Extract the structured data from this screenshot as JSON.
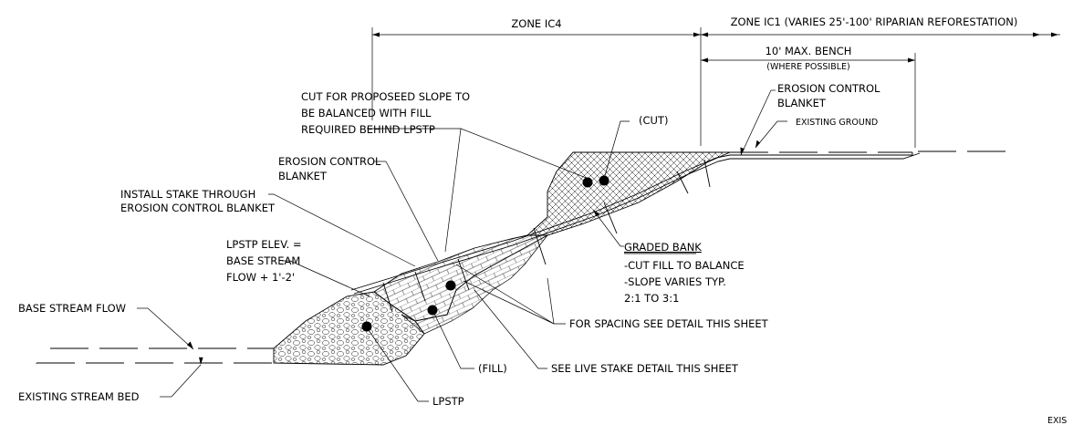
{
  "dimensions": {
    "zone_ic4": "ZONE IC4",
    "zone_ic1": "ZONE IC1 (VARIES 25'-100' RIPARIAN REFORESTATION)",
    "bench": "10' MAX. BENCH",
    "bench_note": "(WHERE POSSIBLE)"
  },
  "callouts": {
    "cut_note": [
      "CUT FOR PROPOSEED SLOPE TO",
      "BE BALANCED WITH FILL",
      "REQUIRED BEHIND LPSTP"
    ],
    "cut": "(CUT)",
    "erosion_top": [
      "EROSION CONTROL",
      "BLANKET"
    ],
    "existing_ground": "EXISTING GROUND",
    "erosion_mid": [
      "EROSION CONTROL",
      "BLANKET"
    ],
    "install_stake": [
      "INSTALL STAKE THROUGH",
      "EROSION CONTROL BLANKET"
    ],
    "lpstp_elev": [
      "LPSTP ELEV. =",
      "BASE STREAM",
      "FLOW + 1'-2'"
    ],
    "graded_bank": {
      "title": "GRADED BANK",
      "lines": [
        "-CUT FILL TO BALANCE",
        "-SLOPE VARIES TYP.",
        "2:1 TO 3:1"
      ]
    },
    "base_stream_flow": "BASE STREAM FLOW",
    "spacing": "FOR SPACING SEE DETAIL THIS SHEET",
    "fill": "(FILL)",
    "live_stake": "SEE LIVE STAKE DETAIL THIS SHEET",
    "existing_stream_bed": "EXISTING STREAM BED",
    "lpstp": "LPSTP",
    "cutoff_text": "EXIS"
  }
}
